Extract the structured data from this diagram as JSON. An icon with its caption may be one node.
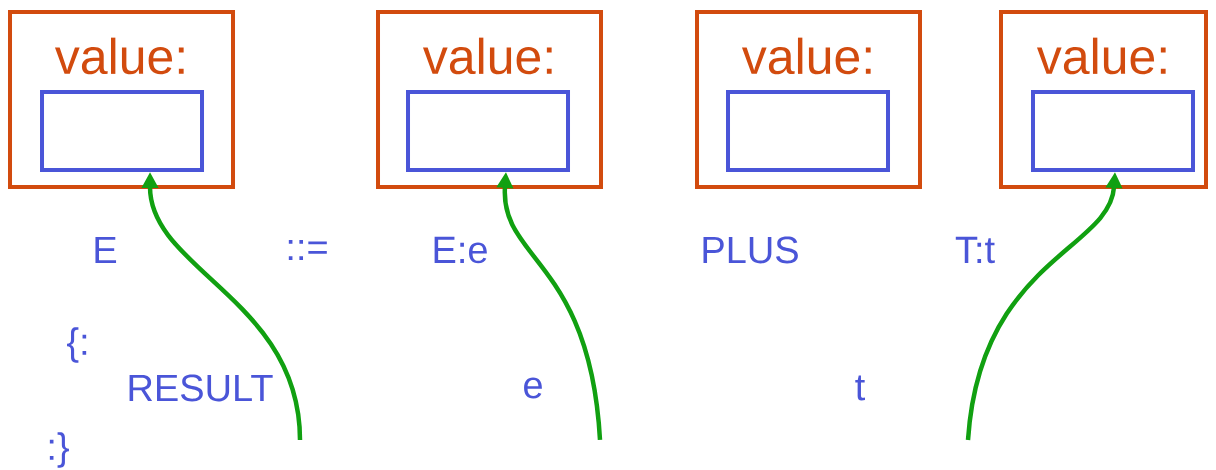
{
  "diagram": {
    "nodes": [
      {
        "text": [
          "value:"
        ]
      },
      {
        "text": [],
        "shape": "box",
        "in": 0
      },
      {
        "text": [
          "value:"
        ]
      },
      {
        "text": [],
        "shape": "box",
        "in": 2
      },
      {
        "text": [
          "value:"
        ]
      },
      {
        "text": [],
        "shape": "box",
        "in": 4
      },
      {
        "text": [
          "value:"
        ]
      },
      {
        "text": [],
        "shape": "box",
        "in": 6
      }
    ],
    "edges": [
      {
        "from": null,
        "to": 1,
        "arrow": "to"
      },
      {
        "from": null,
        "to": 3,
        "arrow": "to"
      },
      {
        "from": null,
        "to": 7,
        "arrow": "to"
      }
    ],
    "labels": [
      "E",
      "::=",
      "E:e",
      "PLUS",
      "T:t",
      "{:",
      "RESULT",
      "e",
      "t",
      ":}"
    ]
  }
}
